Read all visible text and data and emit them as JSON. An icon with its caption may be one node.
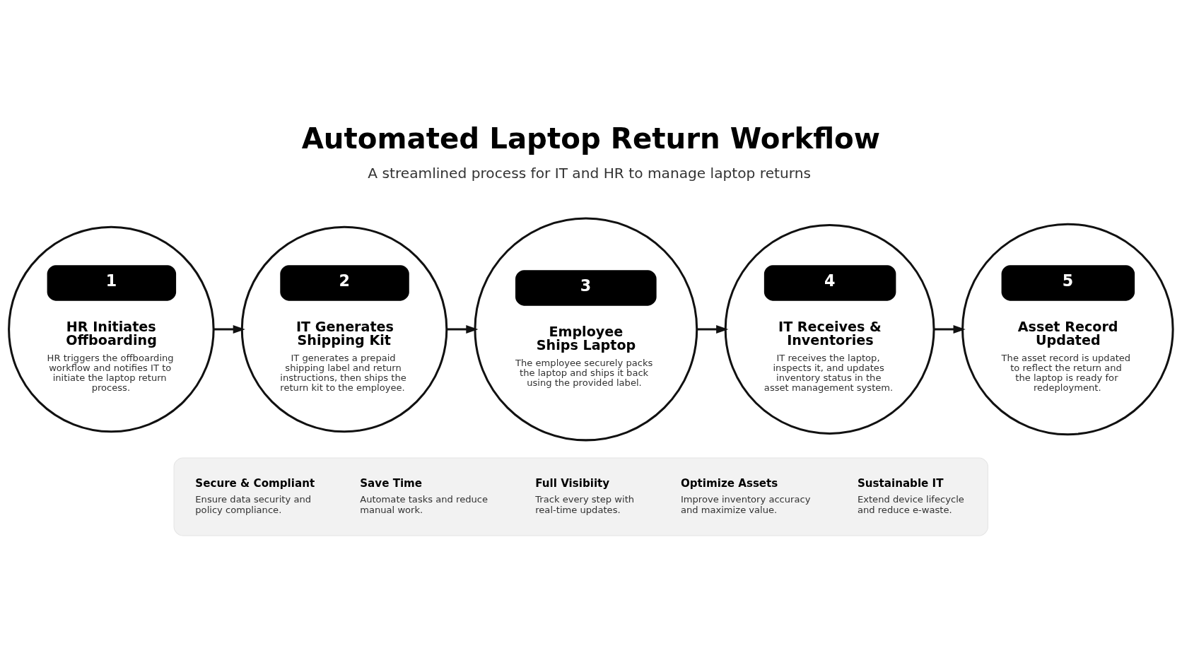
{
  "diagram": {
    "title": "Automated Laptop Return Workflow",
    "nodes": [
      {
        "text": [
          "1",
          "HR Initiates Offboarding",
          "HR triggers the offboarding workflow and notifies IT to initiate the laptop return process."
        ]
      },
      {
        "text": [
          "2",
          "IT Generates Shipping Kit",
          "IT generates a prepaid shipping label and return instructions, then ships the return kit to the employee."
        ]
      },
      {
        "text": [
          "3",
          "Employee Ships Laptop",
          "The employee securely packs the laptop and ships it back using the provided label."
        ]
      },
      {
        "text": [
          "4",
          "IT Receives & Inventories",
          "IT receives the laptop, inspects it, and updates inventory status in the asset management system."
        ]
      },
      {
        "text": [
          "5",
          "Asset Record Updated",
          "The asset record is updated to reflect the return and the laptop is ready for redeployment."
        ]
      },
      {
        "text": [],
        "shape": "box"
      },
      {
        "text": [
          "Secure & Compliant",
          "Ensure data security and policy compliance."
        ],
        "in": 5
      },
      {
        "text": [
          "Save Time",
          "Automate tasks and reduce manual work."
        ],
        "in": 5
      },
      {
        "text": [
          "Full Visibiity",
          "Track every step with real-time updates."
        ],
        "in": 5
      },
      {
        "text": [
          "Optimize Assets",
          "Improve inventory accuracy and maximize value."
        ],
        "in": 5
      },
      {
        "text": [
          "Sustainable IT",
          "Extend device lifecycle and reduce e-waste."
        ],
        "in": 5
      }
    ],
    "edges": [
      {
        "from": 0,
        "to": 1,
        "arrow": "to"
      },
      {
        "from": 1,
        "to": 2,
        "arrow": "to"
      },
      {
        "from": 2,
        "to": 3,
        "arrow": "to"
      },
      {
        "from": 3,
        "to": 4,
        "arrow": "to"
      }
    ],
    "labels": [
      "A streamlined process for IT and HR to manage laptop returns"
    ]
  }
}
